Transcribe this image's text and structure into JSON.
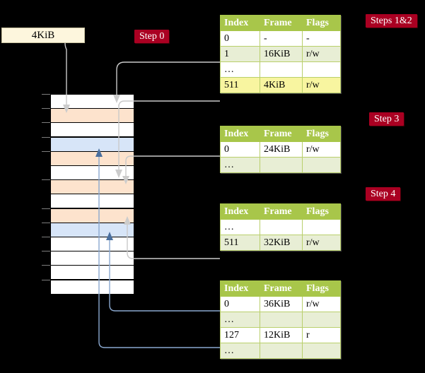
{
  "source_box": {
    "label": "4KiB"
  },
  "badges": [
    {
      "name": "step-0",
      "label": "Step 0"
    },
    {
      "name": "steps-1-2",
      "label": "Steps 1&2"
    },
    {
      "name": "step-3",
      "label": "Step 3"
    },
    {
      "name": "step-4",
      "label": "Step 4"
    }
  ],
  "columns": [
    "Index",
    "Frame",
    "Flags"
  ],
  "tables": [
    {
      "name": "page-table-level-4",
      "rows": [
        {
          "index": "0",
          "frame": "-",
          "flags": "-",
          "style": "plain"
        },
        {
          "index": "1",
          "frame": "16KiB",
          "flags": "r/w",
          "style": "alt"
        },
        {
          "index": "…",
          "frame": "",
          "flags": "",
          "style": "plain"
        },
        {
          "index": "511",
          "frame": "4KiB",
          "flags": "r/w",
          "style": "hl"
        }
      ]
    },
    {
      "name": "page-table-level-3",
      "rows": [
        {
          "index": "0",
          "frame": "24KiB",
          "flags": "r/w",
          "style": "plain"
        },
        {
          "index": "…",
          "frame": "",
          "flags": "",
          "style": "alt"
        }
      ]
    },
    {
      "name": "page-table-level-2",
      "rows": [
        {
          "index": "…",
          "frame": "",
          "flags": "",
          "style": "plain"
        },
        {
          "index": "511",
          "frame": "32KiB",
          "flags": "r/w",
          "style": "alt"
        }
      ]
    },
    {
      "name": "page-table-level-1",
      "rows": [
        {
          "index": "0",
          "frame": "36KiB",
          "flags": "r/w",
          "style": "plain"
        },
        {
          "index": "…",
          "frame": "",
          "flags": "",
          "style": "alt"
        },
        {
          "index": "127",
          "frame": "12KiB",
          "flags": "r",
          "style": "plain"
        },
        {
          "index": "…",
          "frame": "",
          "flags": "",
          "style": "alt"
        }
      ]
    }
  ],
  "memory_rows": [
    {
      "fill": "white"
    },
    {
      "fill": "orange"
    },
    {
      "fill": "white"
    },
    {
      "fill": "blue"
    },
    {
      "fill": "orange"
    },
    {
      "fill": "white"
    },
    {
      "fill": "orange"
    },
    {
      "fill": "white"
    },
    {
      "fill": "orange"
    },
    {
      "fill": "blue"
    },
    {
      "fill": "white"
    },
    {
      "fill": "white"
    },
    {
      "fill": "white"
    },
    {
      "fill": "white"
    }
  ],
  "colors": {
    "background": "#000000",
    "header_green": "#a8c64a",
    "row_alt_green": "#e8eed5",
    "highlight_yellow": "#f8f5a0",
    "badge_red": "#aa0022",
    "memory_orange": "#fde3cd",
    "memory_blue": "#d7e5f8",
    "source_cream": "#fdf6dd",
    "wire_gray": "#c9c9c9",
    "wire_blue": "#8aa8cf"
  }
}
